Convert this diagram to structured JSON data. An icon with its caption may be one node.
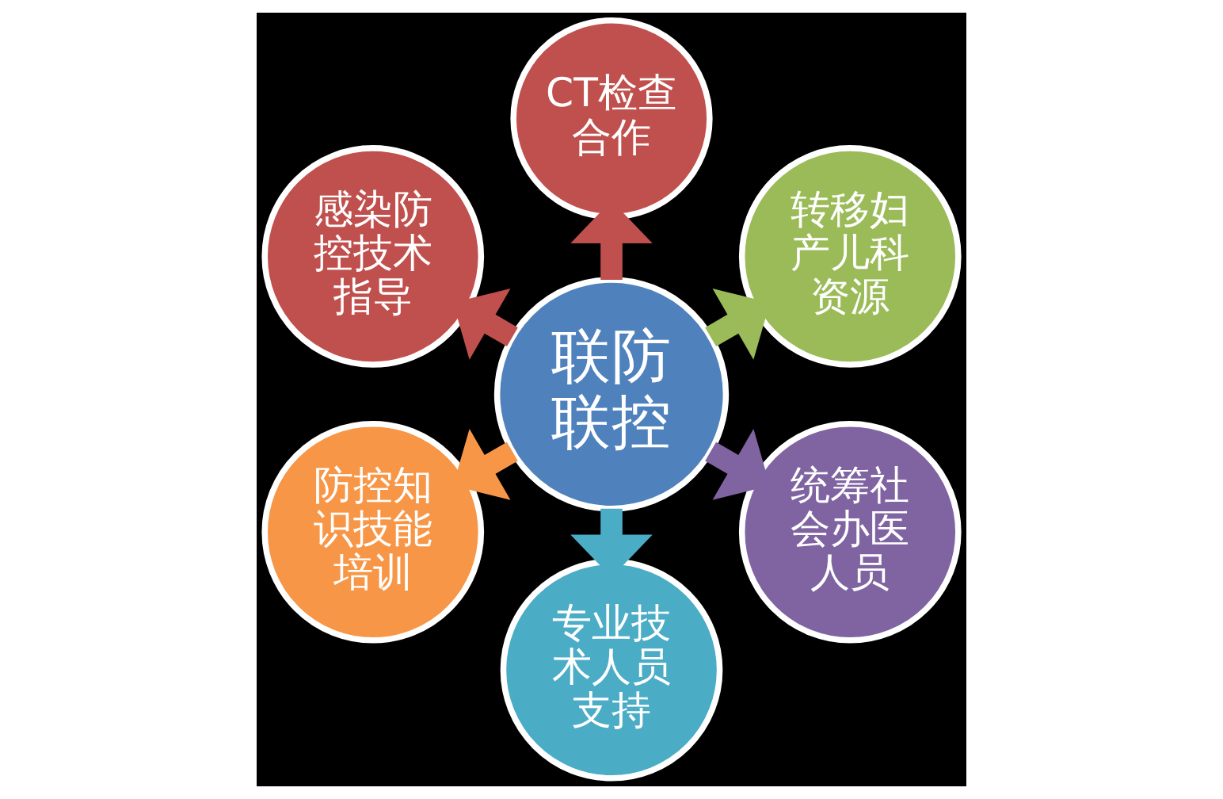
{
  "diagram": {
    "nodes": [
      {
        "text": [
          "联防联控"
        ]
      },
      {
        "text": [
          "CT检查合作"
        ]
      },
      {
        "text": [
          "转移妇产儿科资源"
        ]
      },
      {
        "text": [
          "统筹社会办医人员"
        ]
      },
      {
        "text": [
          "专业技术人员支持"
        ]
      },
      {
        "text": [
          "防控知识技能培训"
        ]
      },
      {
        "text": [
          "感染防控技术指导"
        ]
      }
    ],
    "edges": [
      {
        "from": 0,
        "to": 1,
        "arrow": "to",
        "color": "#c0504d"
      },
      {
        "from": 0,
        "to": 2,
        "arrow": "to",
        "color": "#9bbb59"
      },
      {
        "from": 0,
        "to": 3,
        "arrow": "to",
        "color": "#8064a2"
      },
      {
        "from": 0,
        "to": 4,
        "arrow": "to",
        "color": "#4bacc6"
      },
      {
        "from": 0,
        "to": 5,
        "arrow": "to",
        "color": "#f79646"
      },
      {
        "from": 0,
        "to": 6,
        "arrow": "to",
        "color": "#c0504d"
      }
    ]
  }
}
